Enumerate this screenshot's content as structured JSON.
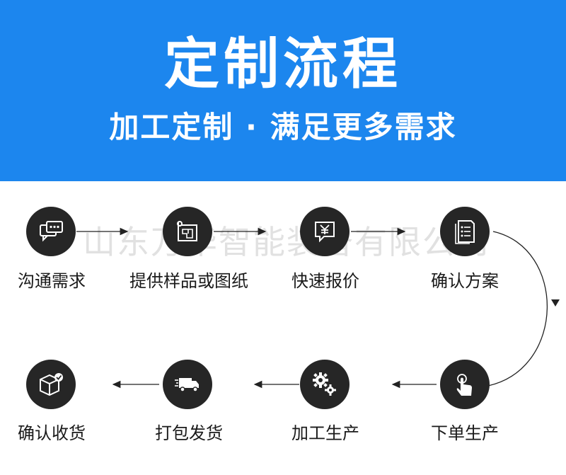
{
  "header": {
    "title": "定制流程",
    "subtitle": "加工定制 · 满足更多需求",
    "background_color": "#1c86ee"
  },
  "watermark": "山东万华智能装备有限公司",
  "steps_row1": [
    {
      "label": "沟通需求",
      "icon": "chat-bubble-icon"
    },
    {
      "label": "提供样品或图纸",
      "icon": "blueprint-icon"
    },
    {
      "label": "快速报价",
      "icon": "yuan-quote-icon"
    },
    {
      "label": "确认方案",
      "icon": "document-list-icon"
    }
  ],
  "steps_row2": [
    {
      "label": "下单生产",
      "icon": "touch-hand-icon"
    },
    {
      "label": "加工生产",
      "icon": "gears-icon"
    },
    {
      "label": "打包发货",
      "icon": "delivery-truck-icon"
    },
    {
      "label": "确认收货",
      "icon": "package-check-icon"
    }
  ]
}
